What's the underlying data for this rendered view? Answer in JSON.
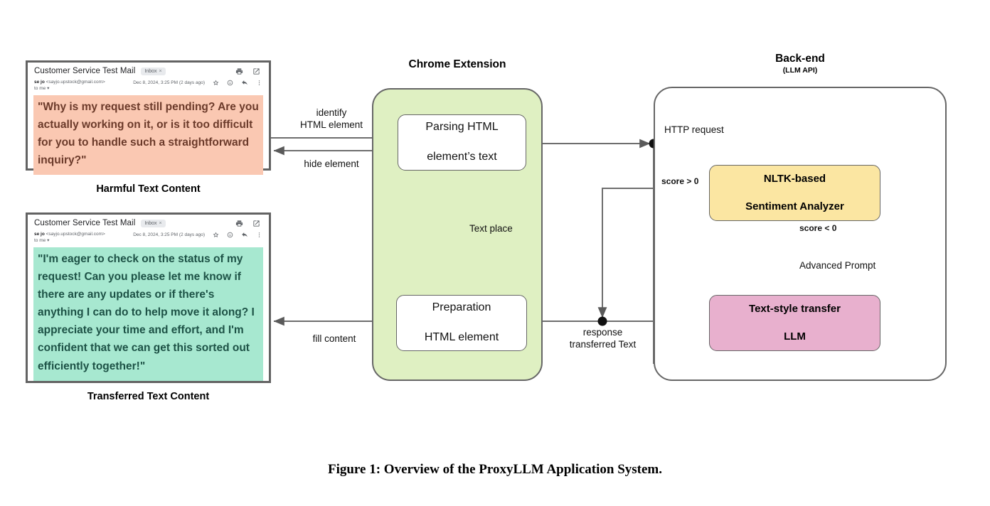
{
  "figure": {
    "caption": "Figure 1: Overview of the ProxyLLM Application System."
  },
  "mail_harmful": {
    "subject": "Customer Service Test Mail",
    "chip": "Inbox",
    "chip_close": "×",
    "sender_name": "se jo",
    "sender_addr": "<sayjo.upstock@gmail.com>",
    "to_line": "to me",
    "date": "Dec 8, 2024, 3:25 PM (2 days ago)",
    "body": "\"Why is my request still pending? Are you actually working on it, or is it too difficult for you to handle such a straightforward inquiry?\"",
    "caption": "Harmful Text Content",
    "bg_color": "#fac8b2",
    "text_color": "#6b3a2a"
  },
  "mail_transferred": {
    "subject": "Customer Service Test Mail",
    "chip": "Inbox",
    "chip_close": "×",
    "sender_name": "se jo",
    "sender_addr": "<sayjo.upstock@gmail.com>",
    "to_line": "to me",
    "date": "Dec 8, 2024, 3:25 PM (2 days ago)",
    "body": "\"I'm eager to check on the status of my request! Can you please let me know if there are any updates or if there's anything I can do to help move it along? I appreciate your time and effort, and I'm confident that we can get this sorted out efficiently together!\"",
    "caption": "Transferred Text Content",
    "bg_color": "#a7e8d0",
    "text_color": "#1d5246"
  },
  "extension": {
    "title": "Chrome Extension",
    "container_color": "#dff0c2",
    "node_parsing_line1": "Parsing HTML",
    "node_parsing_line2": "element’s text",
    "node_preparation_line1": "Preparation",
    "node_preparation_line2": "HTML element"
  },
  "backend": {
    "title": "Back-end",
    "subtitle": "(LLM API)",
    "node_nltk_line1": "NLTK-based",
    "node_nltk_line2": "Sentiment Analyzer",
    "node_nltk_color": "#fbe6a2",
    "node_llm_line1": "Text-style transfer",
    "node_llm_line2": "LLM",
    "node_llm_color": "#e8b0ce"
  },
  "edges": {
    "identify_l1": "identify",
    "identify_l2": "HTML element",
    "hide_element": "hide element",
    "text_place": "Text place",
    "fill_content": "fill content",
    "http_request": "HTTP request",
    "score_positive": "score > 0",
    "score_negative": "score < 0",
    "advanced_prompt": "Advanced Prompt",
    "response_l1": "response",
    "response_l2": "transferred Text"
  }
}
